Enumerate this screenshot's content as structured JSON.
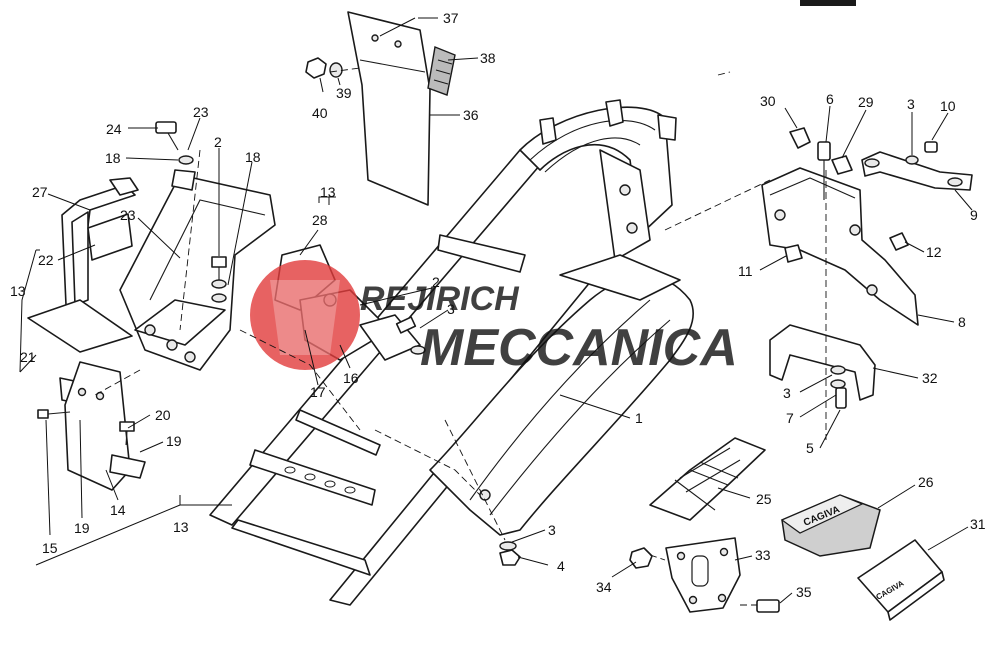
{
  "watermark": {
    "line1": "REJIRICH",
    "line2": "MECCANICA",
    "red": "#e23c3c",
    "gray": "#9a9a9a"
  },
  "callouts": [
    {
      "id": "c37",
      "text": "37"
    },
    {
      "id": "c38",
      "text": "38"
    },
    {
      "id": "c36",
      "text": "36"
    },
    {
      "id": "c40",
      "text": "40"
    },
    {
      "id": "c39",
      "text": "39"
    },
    {
      "id": "c24",
      "text": "24"
    },
    {
      "id": "c23a",
      "text": "23"
    },
    {
      "id": "c18a",
      "text": "18"
    },
    {
      "id": "c2a",
      "text": "2"
    },
    {
      "id": "c18b",
      "text": "18"
    },
    {
      "id": "c27",
      "text": "27"
    },
    {
      "id": "c23b",
      "text": "23"
    },
    {
      "id": "c22",
      "text": "22"
    },
    {
      "id": "c13a",
      "text": "13"
    },
    {
      "id": "c21",
      "text": "21"
    },
    {
      "id": "c13b",
      "text": "13"
    },
    {
      "id": "c28",
      "text": "28"
    },
    {
      "id": "c2b",
      "text": "2"
    },
    {
      "id": "c3a",
      "text": "3"
    },
    {
      "id": "c16",
      "text": "16"
    },
    {
      "id": "c17",
      "text": "17"
    },
    {
      "id": "c20",
      "text": "20"
    },
    {
      "id": "c19a",
      "text": "19"
    },
    {
      "id": "c15",
      "text": "15"
    },
    {
      "id": "c19b",
      "text": "19"
    },
    {
      "id": "c14",
      "text": "14"
    },
    {
      "id": "c13c",
      "text": "13"
    },
    {
      "id": "c1",
      "text": "1"
    },
    {
      "id": "c3b",
      "text": "3"
    },
    {
      "id": "c4",
      "text": "4"
    },
    {
      "id": "c25",
      "text": "25"
    },
    {
      "id": "c26",
      "text": "26"
    },
    {
      "id": "c31",
      "text": "31"
    },
    {
      "id": "c33",
      "text": "33"
    },
    {
      "id": "c34",
      "text": "34"
    },
    {
      "id": "c35",
      "text": "35"
    },
    {
      "id": "c30",
      "text": "30"
    },
    {
      "id": "c6",
      "text": "6"
    },
    {
      "id": "c29",
      "text": "29"
    },
    {
      "id": "c3c",
      "text": "3"
    },
    {
      "id": "c10",
      "text": "10"
    },
    {
      "id": "c9",
      "text": "9"
    },
    {
      "id": "c12",
      "text": "12"
    },
    {
      "id": "c11",
      "text": "11"
    },
    {
      "id": "c8",
      "text": "8"
    },
    {
      "id": "c32",
      "text": "32"
    },
    {
      "id": "c3d",
      "text": "3"
    },
    {
      "id": "c7",
      "text": "7"
    },
    {
      "id": "c5",
      "text": "5"
    }
  ],
  "product_marks": {
    "pouch_logo": "CAGIVA",
    "box_logo": "CAGIVA"
  }
}
